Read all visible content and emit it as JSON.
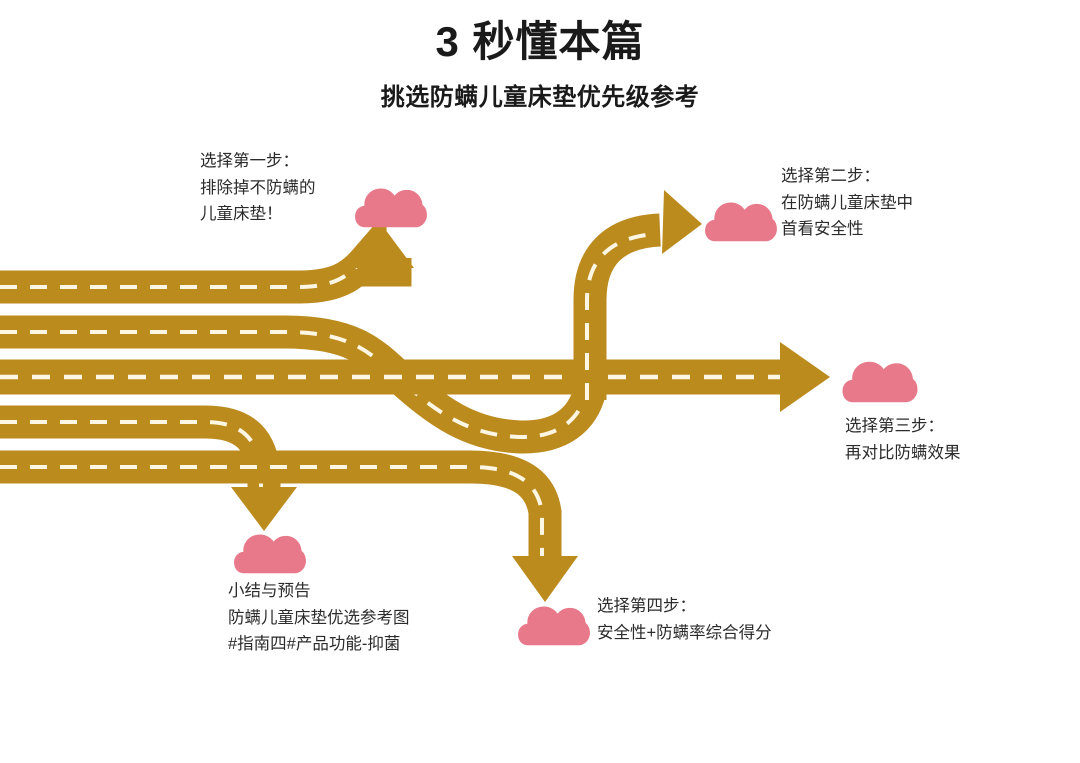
{
  "header": {
    "title": "3 秒懂本篇",
    "subtitle": "挑选防螨儿童床垫优先级参考"
  },
  "colors": {
    "road": "#BC8B1E",
    "road_shadow": "#AD7E18",
    "lane_dash": "#FDF6E3",
    "cloud": "#E8798A",
    "text": "#2B2B2B",
    "background": "#FFFFFF"
  },
  "steps": [
    {
      "id": "step-1",
      "lines": [
        "选择第一步：",
        "排除掉不防螨的",
        "儿童床垫！"
      ],
      "text": "选择第一步：\n排除掉不防螨的\n儿童床垫！",
      "marker": "cloud",
      "direction": "up"
    },
    {
      "id": "step-2",
      "lines": [
        "选择第二步：",
        "在防螨儿童床垫中",
        "首看安全性"
      ],
      "text": "选择第二步：\n在防螨儿童床垫中\n首看安全性",
      "marker": "cloud",
      "direction": "up-right"
    },
    {
      "id": "step-3",
      "lines": [
        "选择第三步：",
        "再对比防螨效果"
      ],
      "text": "选择第三步：\n再对比防螨效果",
      "marker": "cloud",
      "direction": "right"
    },
    {
      "id": "step-4",
      "lines": [
        "选择第四步：",
        "安全性+防螨率综合得分"
      ],
      "text": "选择第四步：\n安全性+防螨率综合得分",
      "marker": "cloud",
      "direction": "down"
    },
    {
      "id": "summary",
      "lines": [
        "小结与预告",
        "防螨儿童床垫优选参考图",
        "#指南四#产品功能-抑菌"
      ],
      "text": "小结与预告\n防螨儿童床垫优选参考图\n#指南四#产品功能-抑菌",
      "marker": "cloud",
      "direction": "down"
    }
  ],
  "diagram": {
    "type": "road-flow",
    "lane_count": 5,
    "lane_height": 33,
    "lane_gap": 12,
    "arrow_count": 4,
    "cloud_count": 5
  }
}
